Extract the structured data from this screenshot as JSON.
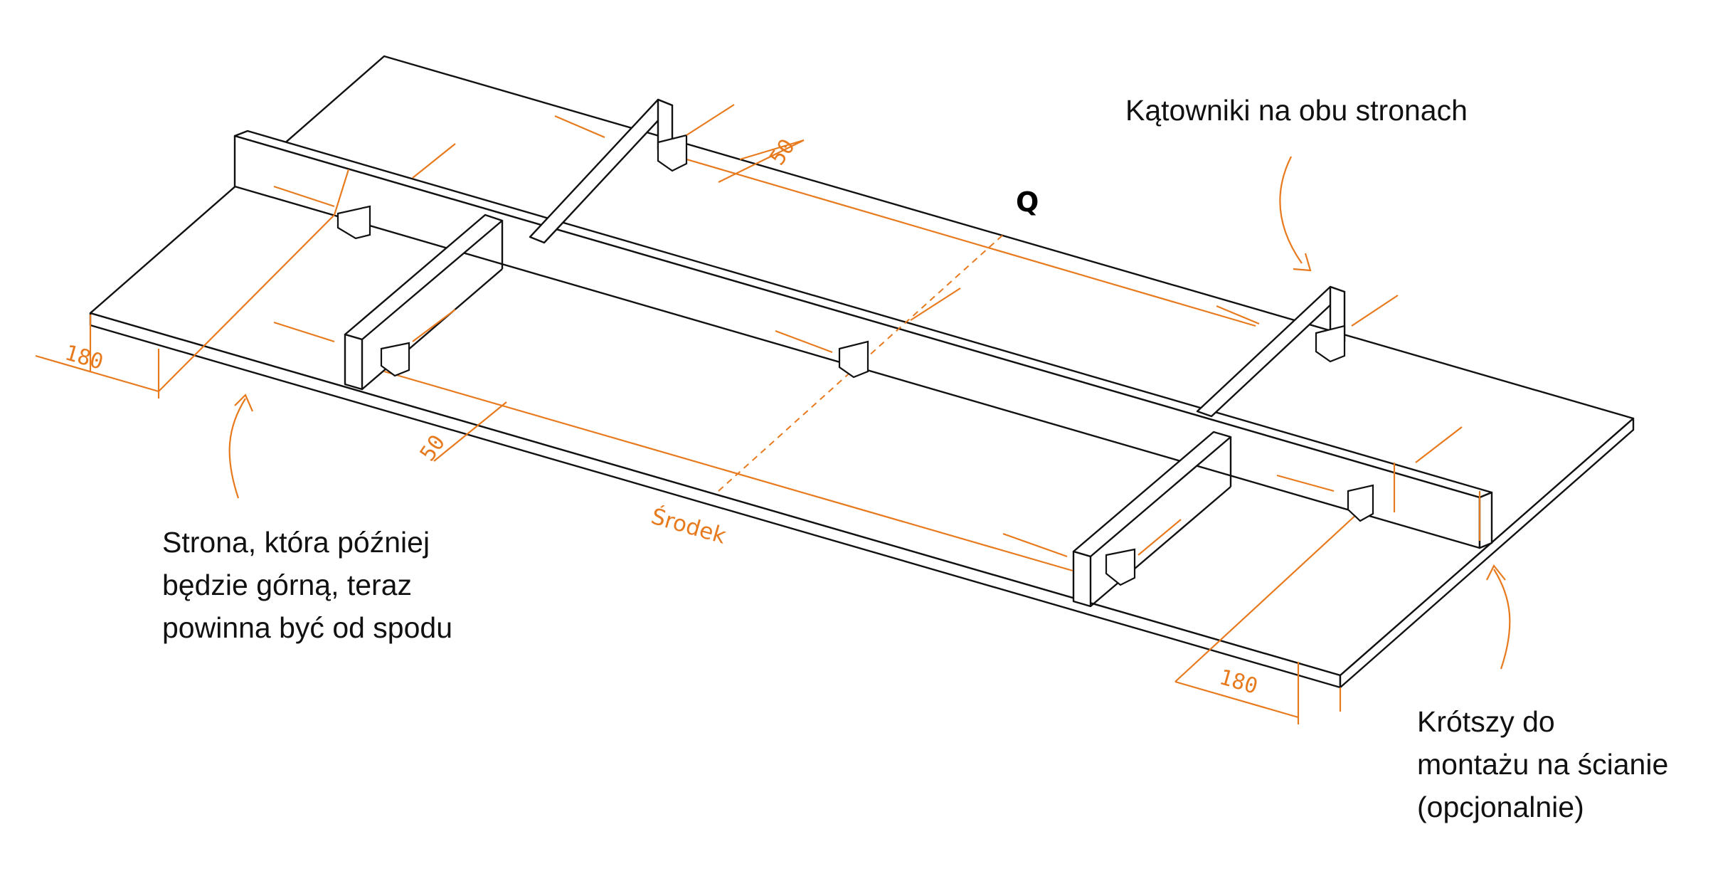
{
  "labels": {
    "brackets_note": "Kątowniki na obu stronach",
    "top_side_note": [
      "Strona, która później",
      "będzie górną, teraz",
      "powinna być od spodu"
    ],
    "wall_note": [
      "Krótszy do",
      "montażu na ścianie",
      "(opcjonalnie)"
    ],
    "part_letter": "Q"
  },
  "dimensions": {
    "left_offset": "180",
    "right_offset": "180",
    "spacing_top": "50",
    "spacing_bottom": "50",
    "center_label": "Środek"
  },
  "colors": {
    "line": "#111111",
    "accent": "#e87a1e",
    "background": "#ffffff"
  },
  "icons": [
    "angle-bracket-icon",
    "screw-icon",
    "curved-arrow-icon"
  ]
}
